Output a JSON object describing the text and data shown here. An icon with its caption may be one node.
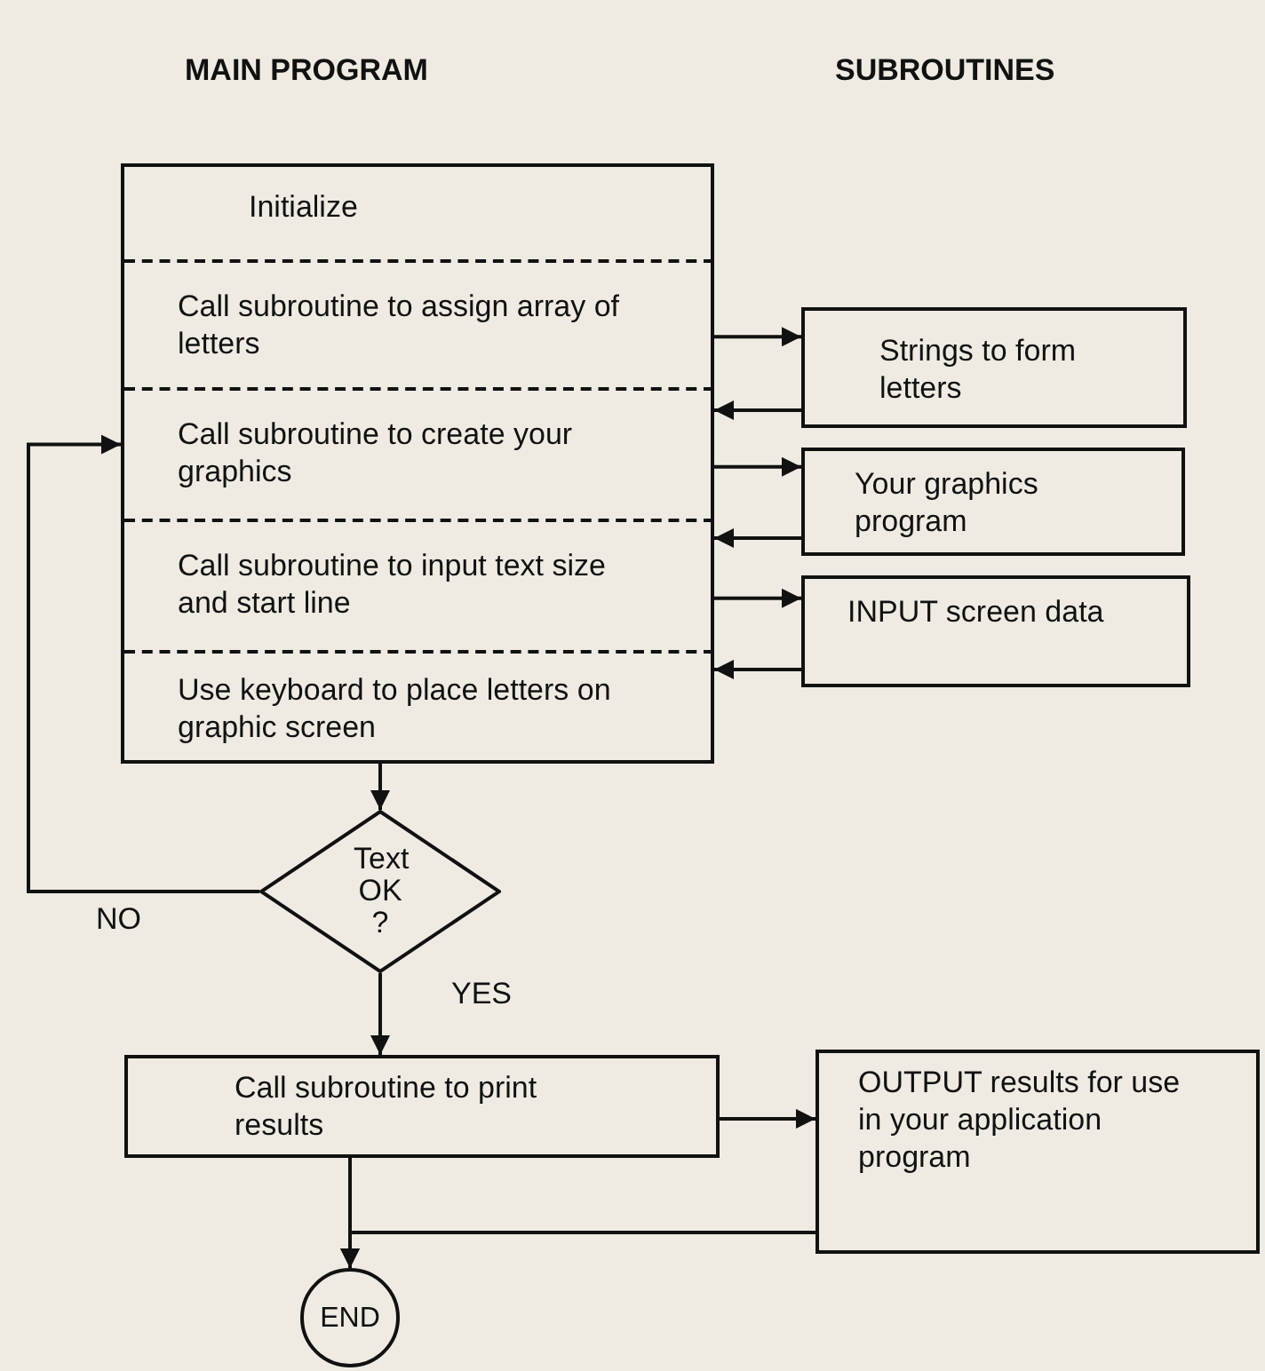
{
  "diagram": {
    "nodes": [
      {
        "text": [],
        "shape": "box"
      },
      {
        "text": [
          "Initialize"
        ],
        "in": 0
      },
      {
        "text": [
          "Call subroutine to assign array of letters"
        ],
        "in": 0
      },
      {
        "text": [
          "Call subroutine to create your graphics"
        ],
        "in": 0
      },
      {
        "text": [
          "Call subroutine to input text size and start line"
        ],
        "in": 0
      },
      {
        "text": [
          "Use keyboard to place letters on graphic screen"
        ],
        "in": 0
      },
      {
        "text": [
          "Strings to form letters"
        ]
      },
      {
        "text": [
          "Your graphics program"
        ]
      },
      {
        "text": [
          "INPUT screen data"
        ]
      },
      {
        "text": [
          "Text OK ?"
        ]
      },
      {
        "text": [
          "Call subroutine to print results"
        ]
      },
      {
        "text": [
          "OUTPUT results for use in your application program"
        ]
      },
      {
        "text": [
          "END"
        ]
      }
    ],
    "edges": [
      {
        "from": 2,
        "to": 6,
        "arrow": "to"
      },
      {
        "from": 6,
        "to": 3,
        "arrow": "to"
      },
      {
        "from": 3,
        "to": 7,
        "arrow": "to"
      },
      {
        "from": 7,
        "to": 4,
        "arrow": "to"
      },
      {
        "from": 4,
        "to": 8,
        "arrow": "to"
      },
      {
        "from": 8,
        "to": 5,
        "arrow": "to"
      },
      {
        "from": 5,
        "to": 9,
        "arrow": "to"
      },
      {
        "from": 9,
        "to": 3,
        "arrow": "to",
        "label": "NO"
      },
      {
        "from": 9,
        "to": 10,
        "arrow": "to",
        "label": "YES"
      },
      {
        "from": 10,
        "to": 11,
        "arrow": "to"
      },
      {
        "from": 10,
        "to": 12,
        "arrow": "to"
      },
      {
        "from": 11,
        "to": 12,
        "arrow": "to"
      }
    ],
    "labels": [
      "MAIN PROGRAM",
      "SUBROUTINES"
    ]
  }
}
